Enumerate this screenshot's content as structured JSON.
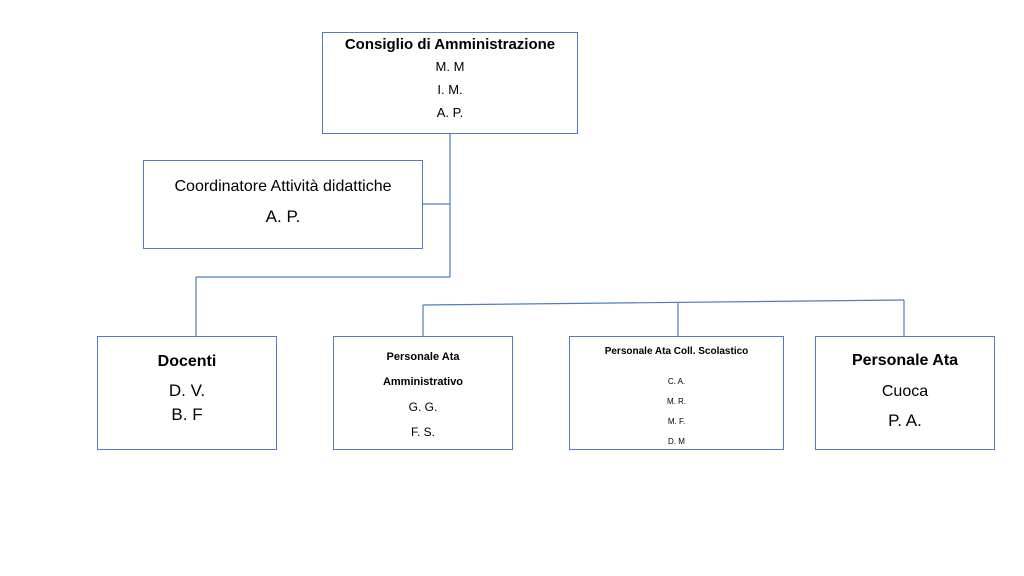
{
  "org_chart": {
    "board": {
      "title": "Consiglio di Amministrazione",
      "members": [
        "M. M",
        "I. M.",
        "A. P."
      ]
    },
    "coordinator": {
      "title": "Coordinatore Attività didattiche",
      "members": [
        "A. P."
      ]
    },
    "teachers": {
      "title": "Docenti",
      "members": [
        "D. V.",
        "B. F"
      ]
    },
    "admin_staff": {
      "title_line1": "Personale Ata",
      "title_line2": "Amministrativo",
      "members": [
        "G. G.",
        "F. S."
      ]
    },
    "school_assistants": {
      "title": "Personale Ata Coll. Scolastico",
      "members": [
        "C. A.",
        "M. R.",
        "M. F.",
        "D. M"
      ]
    },
    "cook_staff": {
      "title": "Personale Ata",
      "role": "Cuoca",
      "members": [
        "P. A."
      ]
    }
  },
  "colors": {
    "border": "#4f7dbf",
    "connector": "#4f7dbf",
    "background": "#ffffff",
    "text": "#000000"
  }
}
